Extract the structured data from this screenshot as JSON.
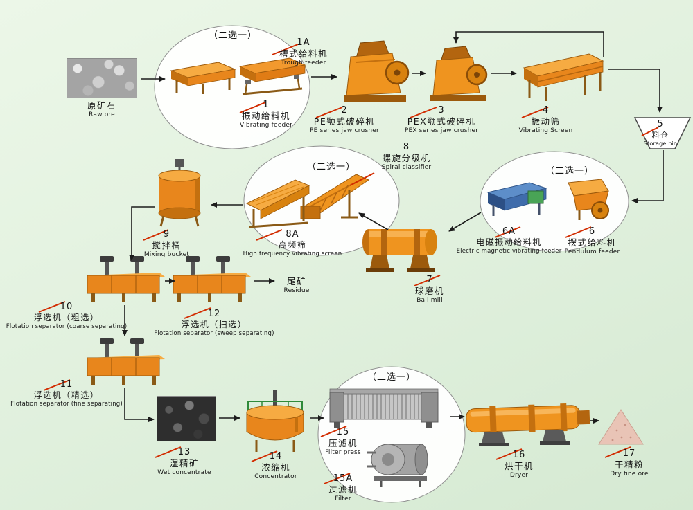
{
  "labels": {
    "choose_one": "（二选一）"
  },
  "nodes": {
    "raw_ore": {
      "zh": "原矿石",
      "en": "Raw ore"
    },
    "trough_feeder": {
      "num": "1A",
      "zh": "槽式给料机",
      "en": "Trough feeder"
    },
    "vibrating_feeder": {
      "num": "1",
      "zh": "振动给料机",
      "en": "Vibrating feeder"
    },
    "pe_jaw_crusher": {
      "num": "2",
      "zh": "PE颚式破碎机",
      "en": "PE series jaw crusher"
    },
    "pex_jaw_crusher": {
      "num": "3",
      "zh": "PEX颚式破碎机",
      "en": "PEX series jaw crusher"
    },
    "vibrating_screen": {
      "num": "4",
      "zh": "振动筛",
      "en": "Vibrating Screen"
    },
    "storage_bin": {
      "num": "5",
      "zh": "料仓",
      "en": "Storage bin"
    },
    "em_vibrating_feeder": {
      "num": "6A",
      "zh": "电磁振动给料机",
      "en": "Electric magnetic vibrating feeder"
    },
    "pendulum_feeder": {
      "num": "6",
      "zh": "摆式给料机",
      "en": "Pendulum feeder"
    },
    "ball_mill": {
      "num": "7",
      "zh": "球磨机",
      "en": "Ball mill"
    },
    "spiral_classifier": {
      "num": "8",
      "zh": "螺旋分级机",
      "en": "Spiral classifier"
    },
    "hf_screen": {
      "num": "8A",
      "zh": "高频筛",
      "en": "High frequency vibrating screen"
    },
    "mixing_bucket": {
      "num": "9",
      "zh": "搅拌桶",
      "en": "Mixing bucket"
    },
    "flotation_coarse": {
      "num": "10",
      "zh": "浮选机（粗选）",
      "en": "Flotation separator (coarse separating)"
    },
    "flotation_fine": {
      "num": "11",
      "zh": "浮选机（精选）",
      "en": "Flotation separator (fine separating)"
    },
    "flotation_sweep": {
      "num": "12",
      "zh": "浮选机（扫选）",
      "en": "Flotation separator (sweep separating)"
    },
    "residue": {
      "zh": "尾矿",
      "en": "Residue"
    },
    "wet_concentrate": {
      "num": "13",
      "zh": "湿精矿",
      "en": "Wet concentrate"
    },
    "concentrator": {
      "num": "14",
      "zh": "浓缩机",
      "en": "Concentrator"
    },
    "filter_press": {
      "num": "15",
      "zh": "压滤机",
      "en": "Filter press"
    },
    "filter": {
      "num": "15A",
      "zh": "过滤机",
      "en": "Filter"
    },
    "dryer": {
      "num": "16",
      "zh": "烘干机",
      "en": "Dryer"
    },
    "dry_fine_ore": {
      "num": "17",
      "zh": "干精粉",
      "en": "Dry fine ore"
    }
  },
  "flow": [
    [
      "raw_ore",
      "feeders_1_1A"
    ],
    [
      "feeders_1_1A",
      "pe_jaw_crusher"
    ],
    [
      "pe_jaw_crusher",
      "pex_jaw_crusher"
    ],
    [
      "pex_jaw_crusher",
      "vibrating_screen"
    ],
    [
      "vibrating_screen",
      "pex_jaw_crusher"
    ],
    [
      "vibrating_screen",
      "storage_bin"
    ],
    [
      "storage_bin",
      "feeders_6_6A"
    ],
    [
      "feeders_6_6A",
      "ball_mill"
    ],
    [
      "ball_mill",
      "classifier_8_8A"
    ],
    [
      "classifier_8_8A",
      "mixing_bucket"
    ],
    [
      "mixing_bucket",
      "flotation_coarse"
    ],
    [
      "flotation_coarse",
      "flotation_sweep"
    ],
    [
      "flotation_sweep",
      "residue"
    ],
    [
      "flotation_coarse",
      "flotation_fine"
    ],
    [
      "flotation_fine",
      "wet_concentrate"
    ],
    [
      "wet_concentrate",
      "concentrator"
    ],
    [
      "concentrator",
      "filters_15_15A"
    ],
    [
      "filters_15_15A",
      "dryer"
    ],
    [
      "dryer",
      "dry_fine_ore"
    ]
  ],
  "colors": {
    "background_green": "#e0f0dd",
    "machine_orange": "#e8861c",
    "accent_red": "#d22c00",
    "feeder_blue": "#3f6cab"
  }
}
